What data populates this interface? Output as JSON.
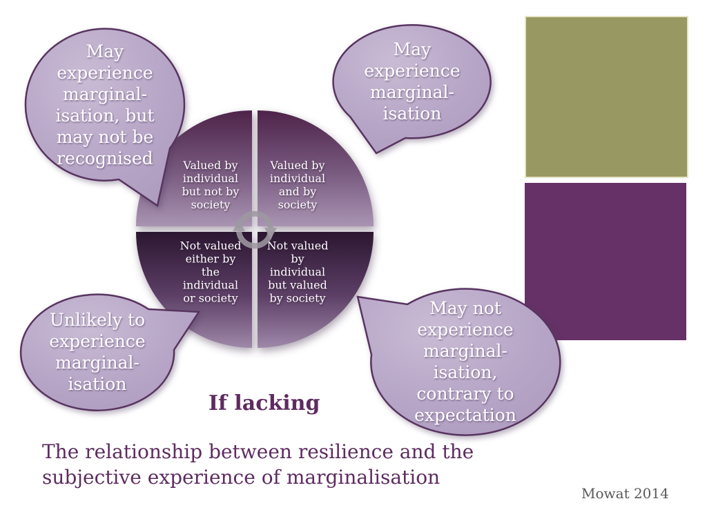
{
  "slide": {
    "title": "The relationship between resilience and the\nsubjective experience of marginalisation",
    "condition_label": "If lacking",
    "citation": "Mowat 2014"
  },
  "quadrant_diagram": {
    "center_icon": "cycle-arrows-icon",
    "quadrants": [
      {
        "id": "top-left",
        "text": "Valued by\nindividual\nbut not by\nsociety"
      },
      {
        "id": "top-right",
        "text": "Valued by\nindividual\nand by\nsociety"
      },
      {
        "id": "bottom-left",
        "text": "Not valued\neither by\nthe\nindividual\nor society"
      },
      {
        "id": "bottom-right",
        "text": "Not valued\nby\nindividual\nbut valued\nby society"
      }
    ]
  },
  "speech_bubbles": [
    {
      "id": "top-left",
      "text": "May\nexperience\nmarginal-\nisation, but\nmay not be\nrecognised"
    },
    {
      "id": "top-center",
      "text": "May\nexperience\nmarginal-\nisation"
    },
    {
      "id": "bottom-left",
      "text": "Unlikely to\nexperience\nmarginal-\nisation"
    },
    {
      "id": "bottom-right",
      "text": "May not\nexperience\nmarginal-\nisation,\ncontrary to\nexpectation"
    }
  ],
  "colors": {
    "accent_text": "#5e2b60",
    "citation_text": "#595959",
    "bubble_fill": "#b6a5c6",
    "bubble_fill_light": "#c9bbd5",
    "bubble_stroke": "#583460",
    "quad_top_dark": "#4e2349",
    "quad_top_light": "#a994b2",
    "quad_bottom_dark": "#2b1631",
    "quad_bottom_light": "#9e88a8",
    "olive_swatch": "#989862",
    "purple_swatch": "#653166",
    "icon_gray": "#9d99a1"
  }
}
